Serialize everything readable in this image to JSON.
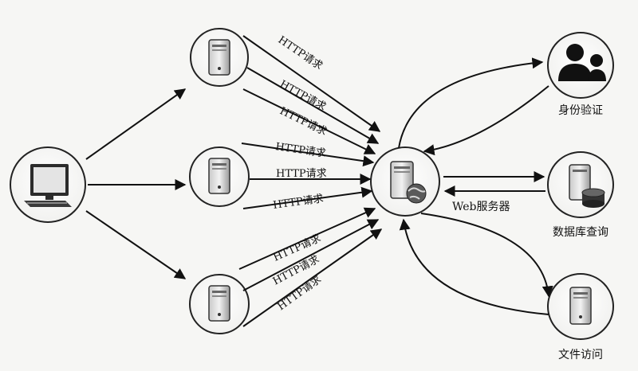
{
  "diagram": {
    "nodes": {
      "client": {
        "icon": "computer-icon"
      },
      "proxy_top": {
        "icon": "server-icon"
      },
      "proxy_mid": {
        "icon": "server-icon"
      },
      "proxy_bottom": {
        "icon": "server-icon"
      },
      "web_server": {
        "label": "Web服务器",
        "icon": "web-server-icon"
      },
      "auth": {
        "label": "身份验证",
        "icon": "users-icon"
      },
      "db": {
        "label": "数据库查询",
        "icon": "database-server-icon"
      },
      "files": {
        "label": "文件访问",
        "icon": "file-server-icon"
      }
    },
    "request_label": "HTTP请求",
    "request_count": 9
  }
}
